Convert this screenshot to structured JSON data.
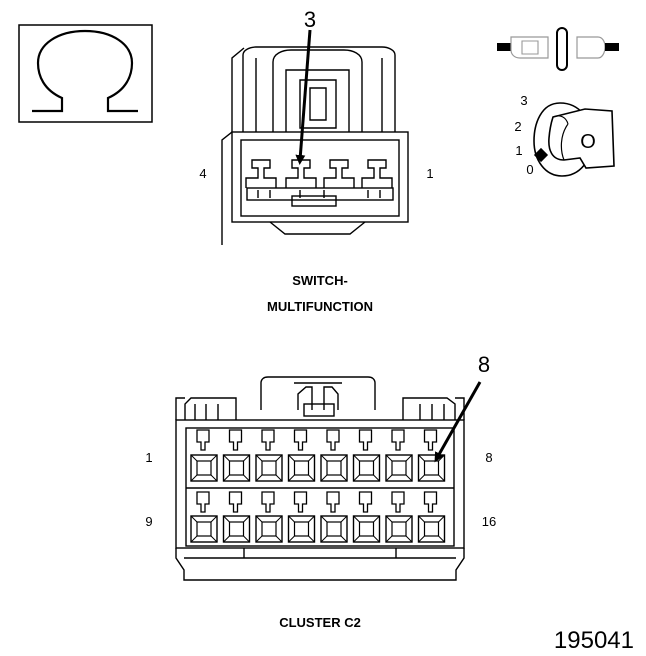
{
  "symbol": {
    "name": "ohm-icon",
    "glyph": "Ω"
  },
  "switch_connector": {
    "title_line1": "SWITCH-",
    "title_line2": "MULTIFUNCTION",
    "callout": "3",
    "pin_left": "4",
    "pin_right": "1"
  },
  "ignition": {
    "positions": [
      "3",
      "2",
      "1",
      "0"
    ],
    "key_label": "O"
  },
  "cluster_connector": {
    "title": "CLUSTER C2",
    "callout": "8",
    "pin_top_left": "1",
    "pin_top_right": "8",
    "pin_bottom_left": "9",
    "pin_bottom_right": "16",
    "cavities_per_row": 8
  },
  "figure_number": "195041"
}
